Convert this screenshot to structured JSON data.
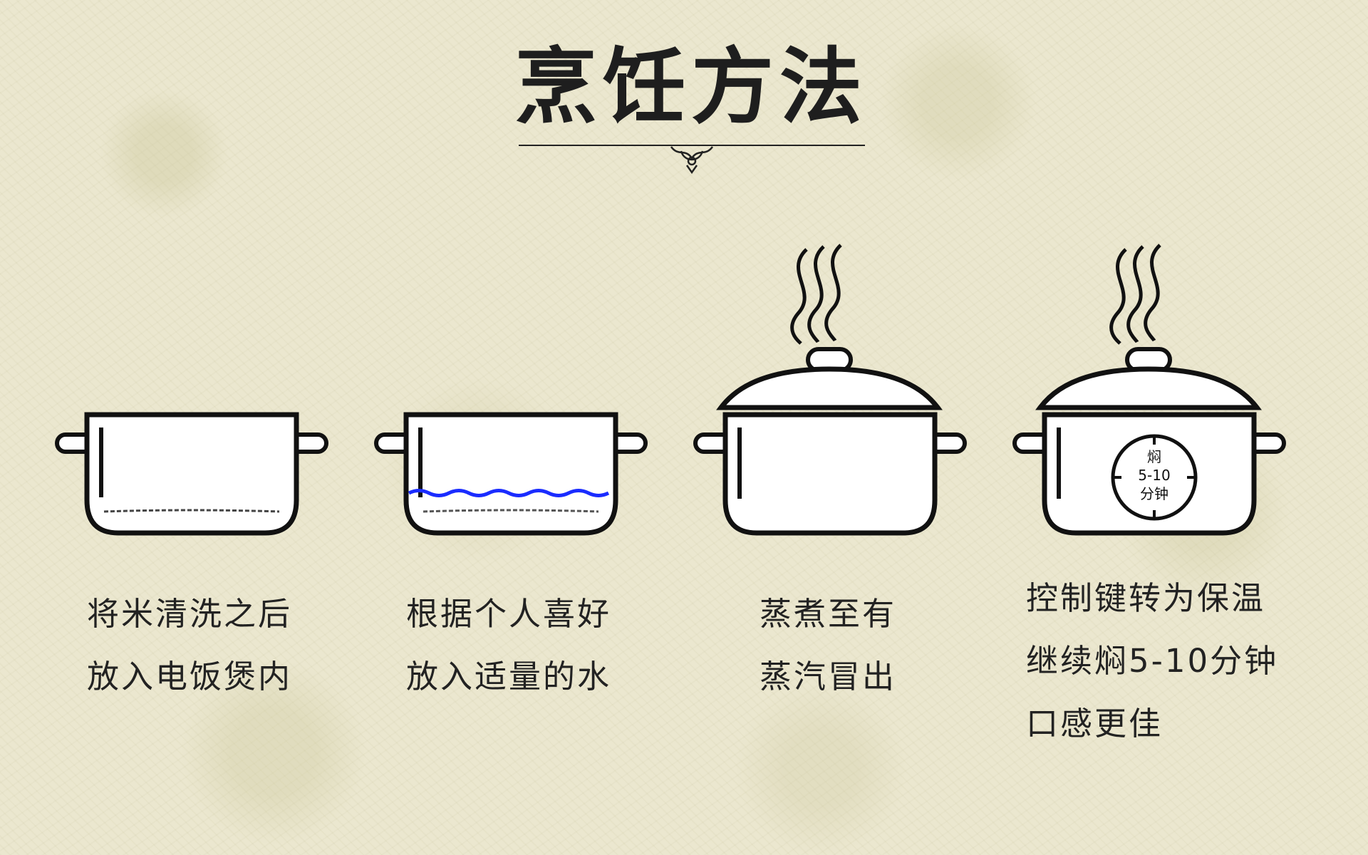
{
  "title": "烹饪方法",
  "steps": [
    {
      "lines": [
        "将米清洗之后",
        "放入电饭煲内"
      ]
    },
    {
      "lines": [
        "根据个人喜好",
        "放入适量的水"
      ]
    },
    {
      "lines": [
        "蒸煮至有",
        "蒸汽冒出"
      ]
    },
    {
      "lines": [
        "控制键转为保温",
        "继续焖5-10分钟",
        "口感更佳"
      ]
    }
  ],
  "timer": {
    "line1": "焖",
    "line2": "5-10",
    "line3": "分钟"
  },
  "colors": {
    "outline": "#111111",
    "water": "#1a2cff",
    "pot_fill": "#ffffff",
    "background": "#ebe7cf"
  },
  "icons": [
    "ornament-icon",
    "pot-icon",
    "steam-icon",
    "lid-icon",
    "timer-icon"
  ]
}
